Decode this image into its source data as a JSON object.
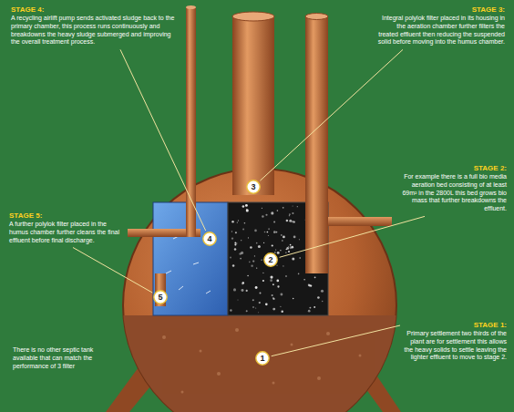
{
  "diagram": {
    "nodes": [
      {
        "text": [
          "3"
        ]
      },
      {
        "text": [
          "4"
        ]
      },
      {
        "text": [
          "2"
        ]
      },
      {
        "text": [
          "5"
        ]
      },
      {
        "text": [
          "1"
        ]
      }
    ],
    "labels": [
      "STAGE 4:",
      "A recycling airlift pump sends activated sludge back to the primary chamber, this process runs continuously and breakdowns the heavy sludge submerged and improving the overall treatment process.",
      "STAGE 3:",
      "Integral polylok filter placed in its housing in the aeration chamber further filters the treated effluent then reducing the suspended solid before moving into the humus chamber.",
      "STAGE 2:",
      "For example there is a full bio media aeration bed consisting of at least 69m² in the 2800L this bed grows bio mass that further breakdowns the effluent.",
      "STAGE 5:",
      "A further polylok filter placed in the humus chamber further cleans the final effluent before final discharge.",
      "STAGE 1:",
      "Primary settlement two thirds of the plant are for settlement this allows the heavy solids to settle leaving the lighter effluent to move to stage 2.",
      "There is no other septic tank available that can match the performance of 3 filter"
    ]
  }
}
